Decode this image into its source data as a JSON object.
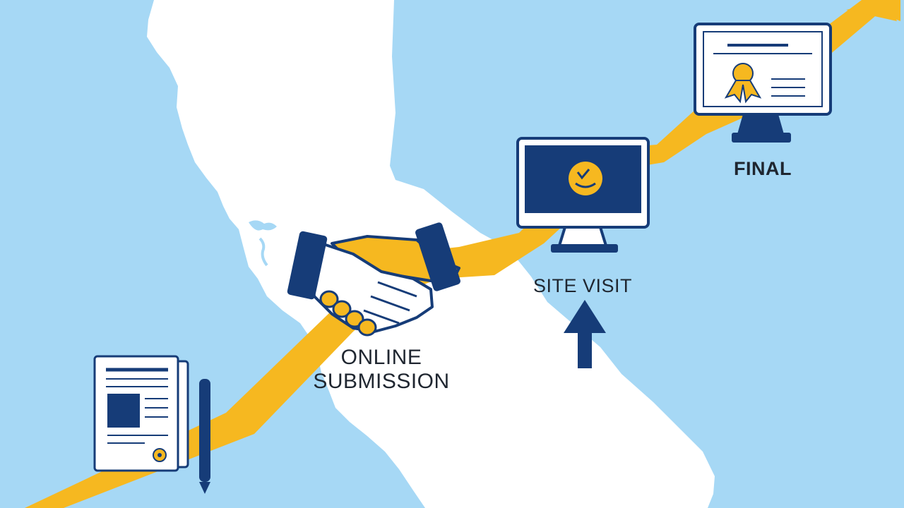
{
  "colors": {
    "sky": "#a6d8f5",
    "land": "#ffffff",
    "accent": "#f6b820",
    "navy": "#163c78",
    "label": "#1f2630"
  },
  "steps": [
    {
      "id": "application",
      "label": "",
      "icon": "document-with-seal-icon"
    },
    {
      "id": "online_submission",
      "label_line1": "ONLINE",
      "label_line2": "SUBMISSION",
      "icon": "handshake-icon"
    },
    {
      "id": "site_visit",
      "label": "SITE VISIT",
      "icon": "monitor-check-icon"
    },
    {
      "id": "final",
      "label": "FINAL",
      "icon": "monitor-certificate-icon"
    }
  ],
  "icons": {
    "up_arrow": "arrow-up-icon",
    "pen": "pen-icon"
  }
}
